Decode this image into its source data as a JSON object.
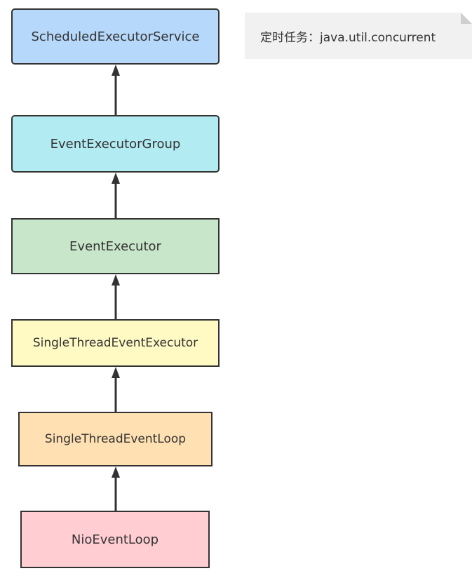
{
  "nodes": [
    {
      "id": "n0",
      "label": "ScheduledExecutorService",
      "fill": "#b6d8fa"
    },
    {
      "id": "n1",
      "label": "EventExecutorGroup",
      "fill": "#b2ebf2"
    },
    {
      "id": "n2",
      "label": "EventExecutor",
      "fill": "#c8e6c9"
    },
    {
      "id": "n3",
      "label": "SingleThreadEventExecutor",
      "fill": "#fff9c4"
    },
    {
      "id": "n4",
      "label": "SingleThreadEventLoop",
      "fill": "#ffe0b2"
    },
    {
      "id": "n5",
      "label": "NioEventLoop",
      "fill": "#ffcdd2"
    }
  ],
  "note": {
    "text": "定时任务：java.util.concurrent",
    "fill": "#f1f1f1"
  },
  "edges": [
    {
      "from": "n1",
      "to": "n0"
    },
    {
      "from": "n2",
      "to": "n1"
    },
    {
      "from": "n3",
      "to": "n2"
    },
    {
      "from": "n4",
      "to": "n3"
    },
    {
      "from": "n5",
      "to": "n4"
    }
  ],
  "colors": {
    "stroke": "#333333",
    "text": "#333333"
  }
}
